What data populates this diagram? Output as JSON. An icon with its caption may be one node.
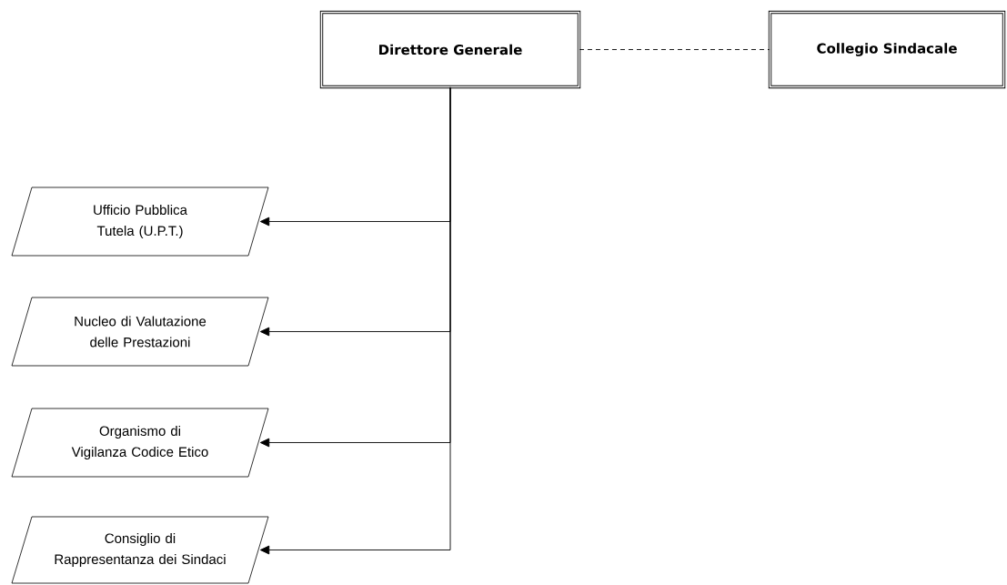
{
  "diagram": {
    "nodes": [
      {
        "text": [
          "Direttore Generale"
        ]
      },
      {
        "text": [
          "Collegio Sindacale"
        ]
      },
      {
        "text": [
          "Ufficio Pubblica Tutela (U.P.T.)"
        ]
      },
      {
        "text": [
          "Nucleo di Valutazione delle Prestazioni"
        ]
      },
      {
        "text": [
          "Organismo di Vigilanza Codice Etico"
        ]
      },
      {
        "text": [
          "Consiglio di Rappresentanza dei Sindaci"
        ]
      }
    ],
    "edges": [
      {
        "from": 0,
        "to": 1,
        "arrow": "none",
        "style": "dashed"
      },
      {
        "from": 0,
        "to": 2,
        "arrow": "to"
      },
      {
        "from": 0,
        "to": 3,
        "arrow": "to"
      },
      {
        "from": 0,
        "to": 4,
        "arrow": "to"
      },
      {
        "from": 0,
        "to": 5,
        "arrow": "to"
      }
    ]
  }
}
